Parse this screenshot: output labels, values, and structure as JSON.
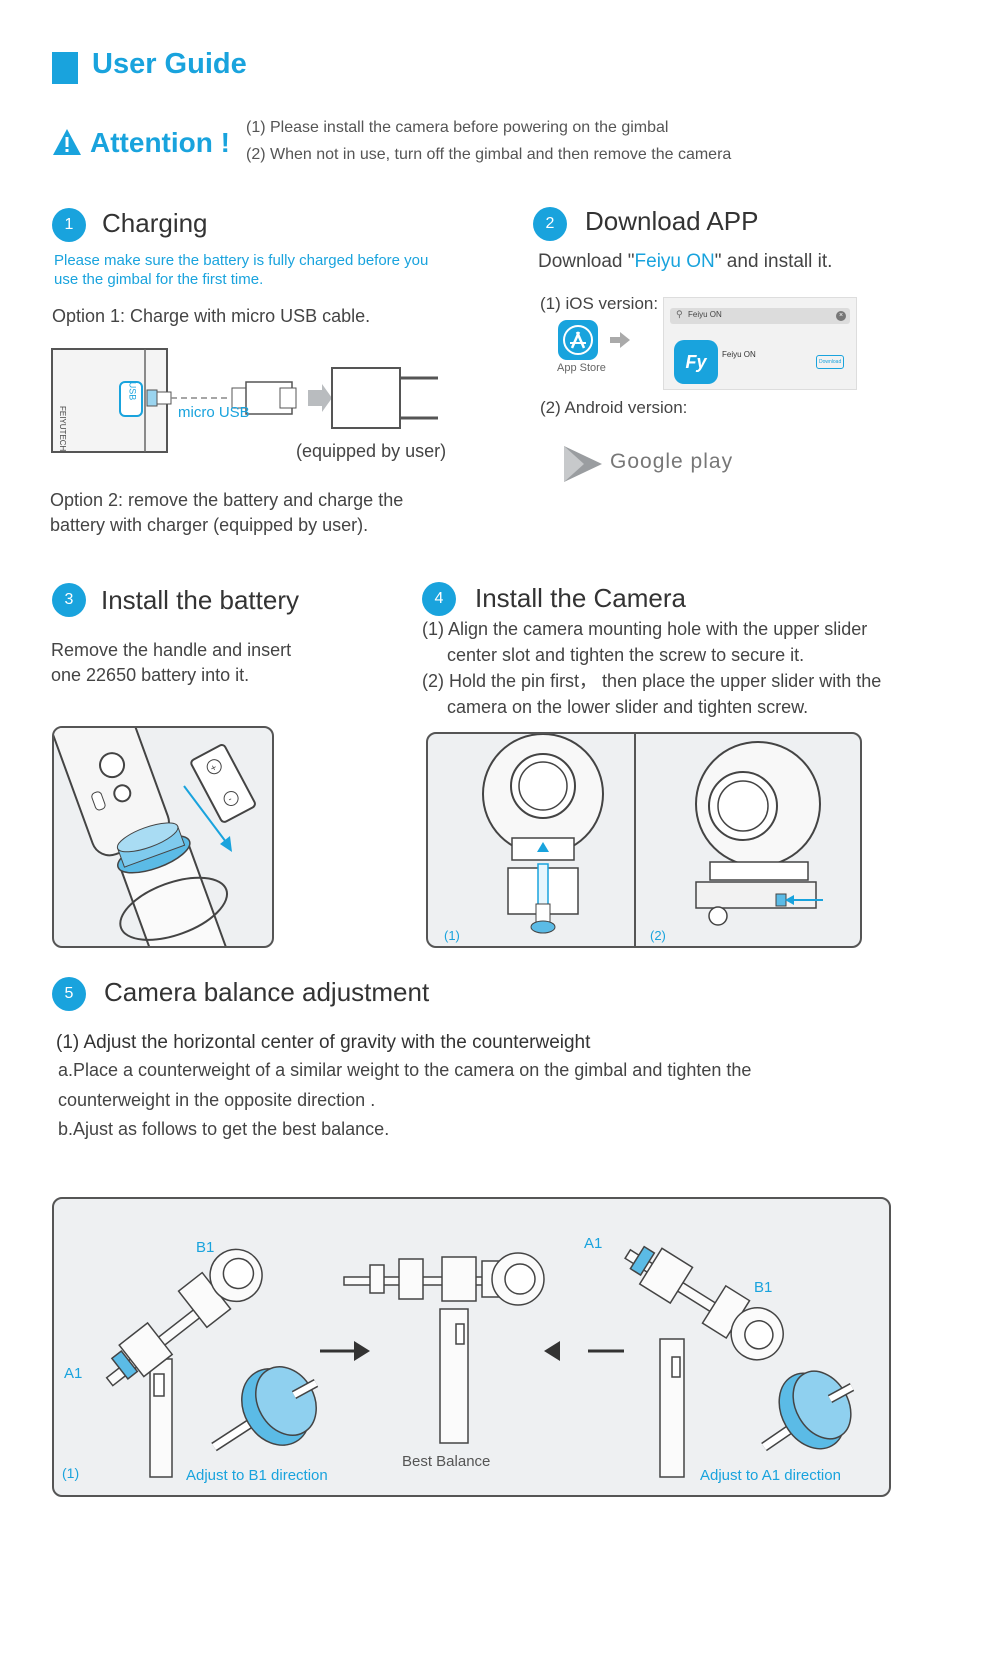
{
  "header": {
    "title": "User Guide"
  },
  "attention": {
    "label": "Attention !",
    "notes": [
      "(1) Please install the camera before powering on the gimbal",
      "(2) When not in use, turn off the gimbal and then remove the camera"
    ]
  },
  "charging": {
    "number": "1",
    "title": "Charging",
    "note": "Please make sure the battery is fully charged before you use the gimbal for the first time.",
    "option1": "Option 1:  Charge with micro USB cable.",
    "usb_badge": "USB",
    "micro_usb_label": "micro USB",
    "equipped_label": "(equipped by user)",
    "option2": "Option 2: remove the battery and charge the battery with charger (equipped by user)."
  },
  "download": {
    "number": "2",
    "title": "Download APP",
    "line_prefix": "Download \"",
    "app_name": "Feiyu ON",
    "line_suffix": "\"  and install it.",
    "ios_label": "(1) iOS version:",
    "app_store_label": "App Store",
    "search_text": "Feiyu ON",
    "result_name": "Feiyu ON",
    "result_button": "Download",
    "android_label": "(2) Android version:",
    "google_play_label": "Google play"
  },
  "battery": {
    "number": "3",
    "title": "Install the battery",
    "text": "Remove the handle and insert one 22650 battery into it."
  },
  "camera": {
    "number": "4",
    "title": "Install the Camera",
    "steps": [
      "(1) Align the camera mounting hole with the upper slider",
      "center slot and tighten the screw to secure it.",
      "(2) Hold the pin first， then  place the upper slider with the",
      "camera on the lower slider and tighten screw."
    ],
    "panel_labels": [
      "(1)",
      "(2)"
    ]
  },
  "balance": {
    "number": "5",
    "title": "Camera balance adjustment",
    "heading": "(1)  Adjust the horizontal center of gravity with the counterweight",
    "lines": [
      "a.Place a counterweight of a similar weight to the camera on the gimbal and tighten the",
      "counterweight in the opposite direction .",
      "b.Ajust as follows to get the best balance."
    ],
    "diagram": {
      "label_b1_left": "B1",
      "label_a1_left": "A1",
      "label_a1_right": "A1",
      "label_b1_right": "B1",
      "corner_label": "(1)",
      "left_caption": "Adjust to B1 direction",
      "center_caption": "Best Balance",
      "right_caption": "Adjust to A1 direction"
    }
  }
}
